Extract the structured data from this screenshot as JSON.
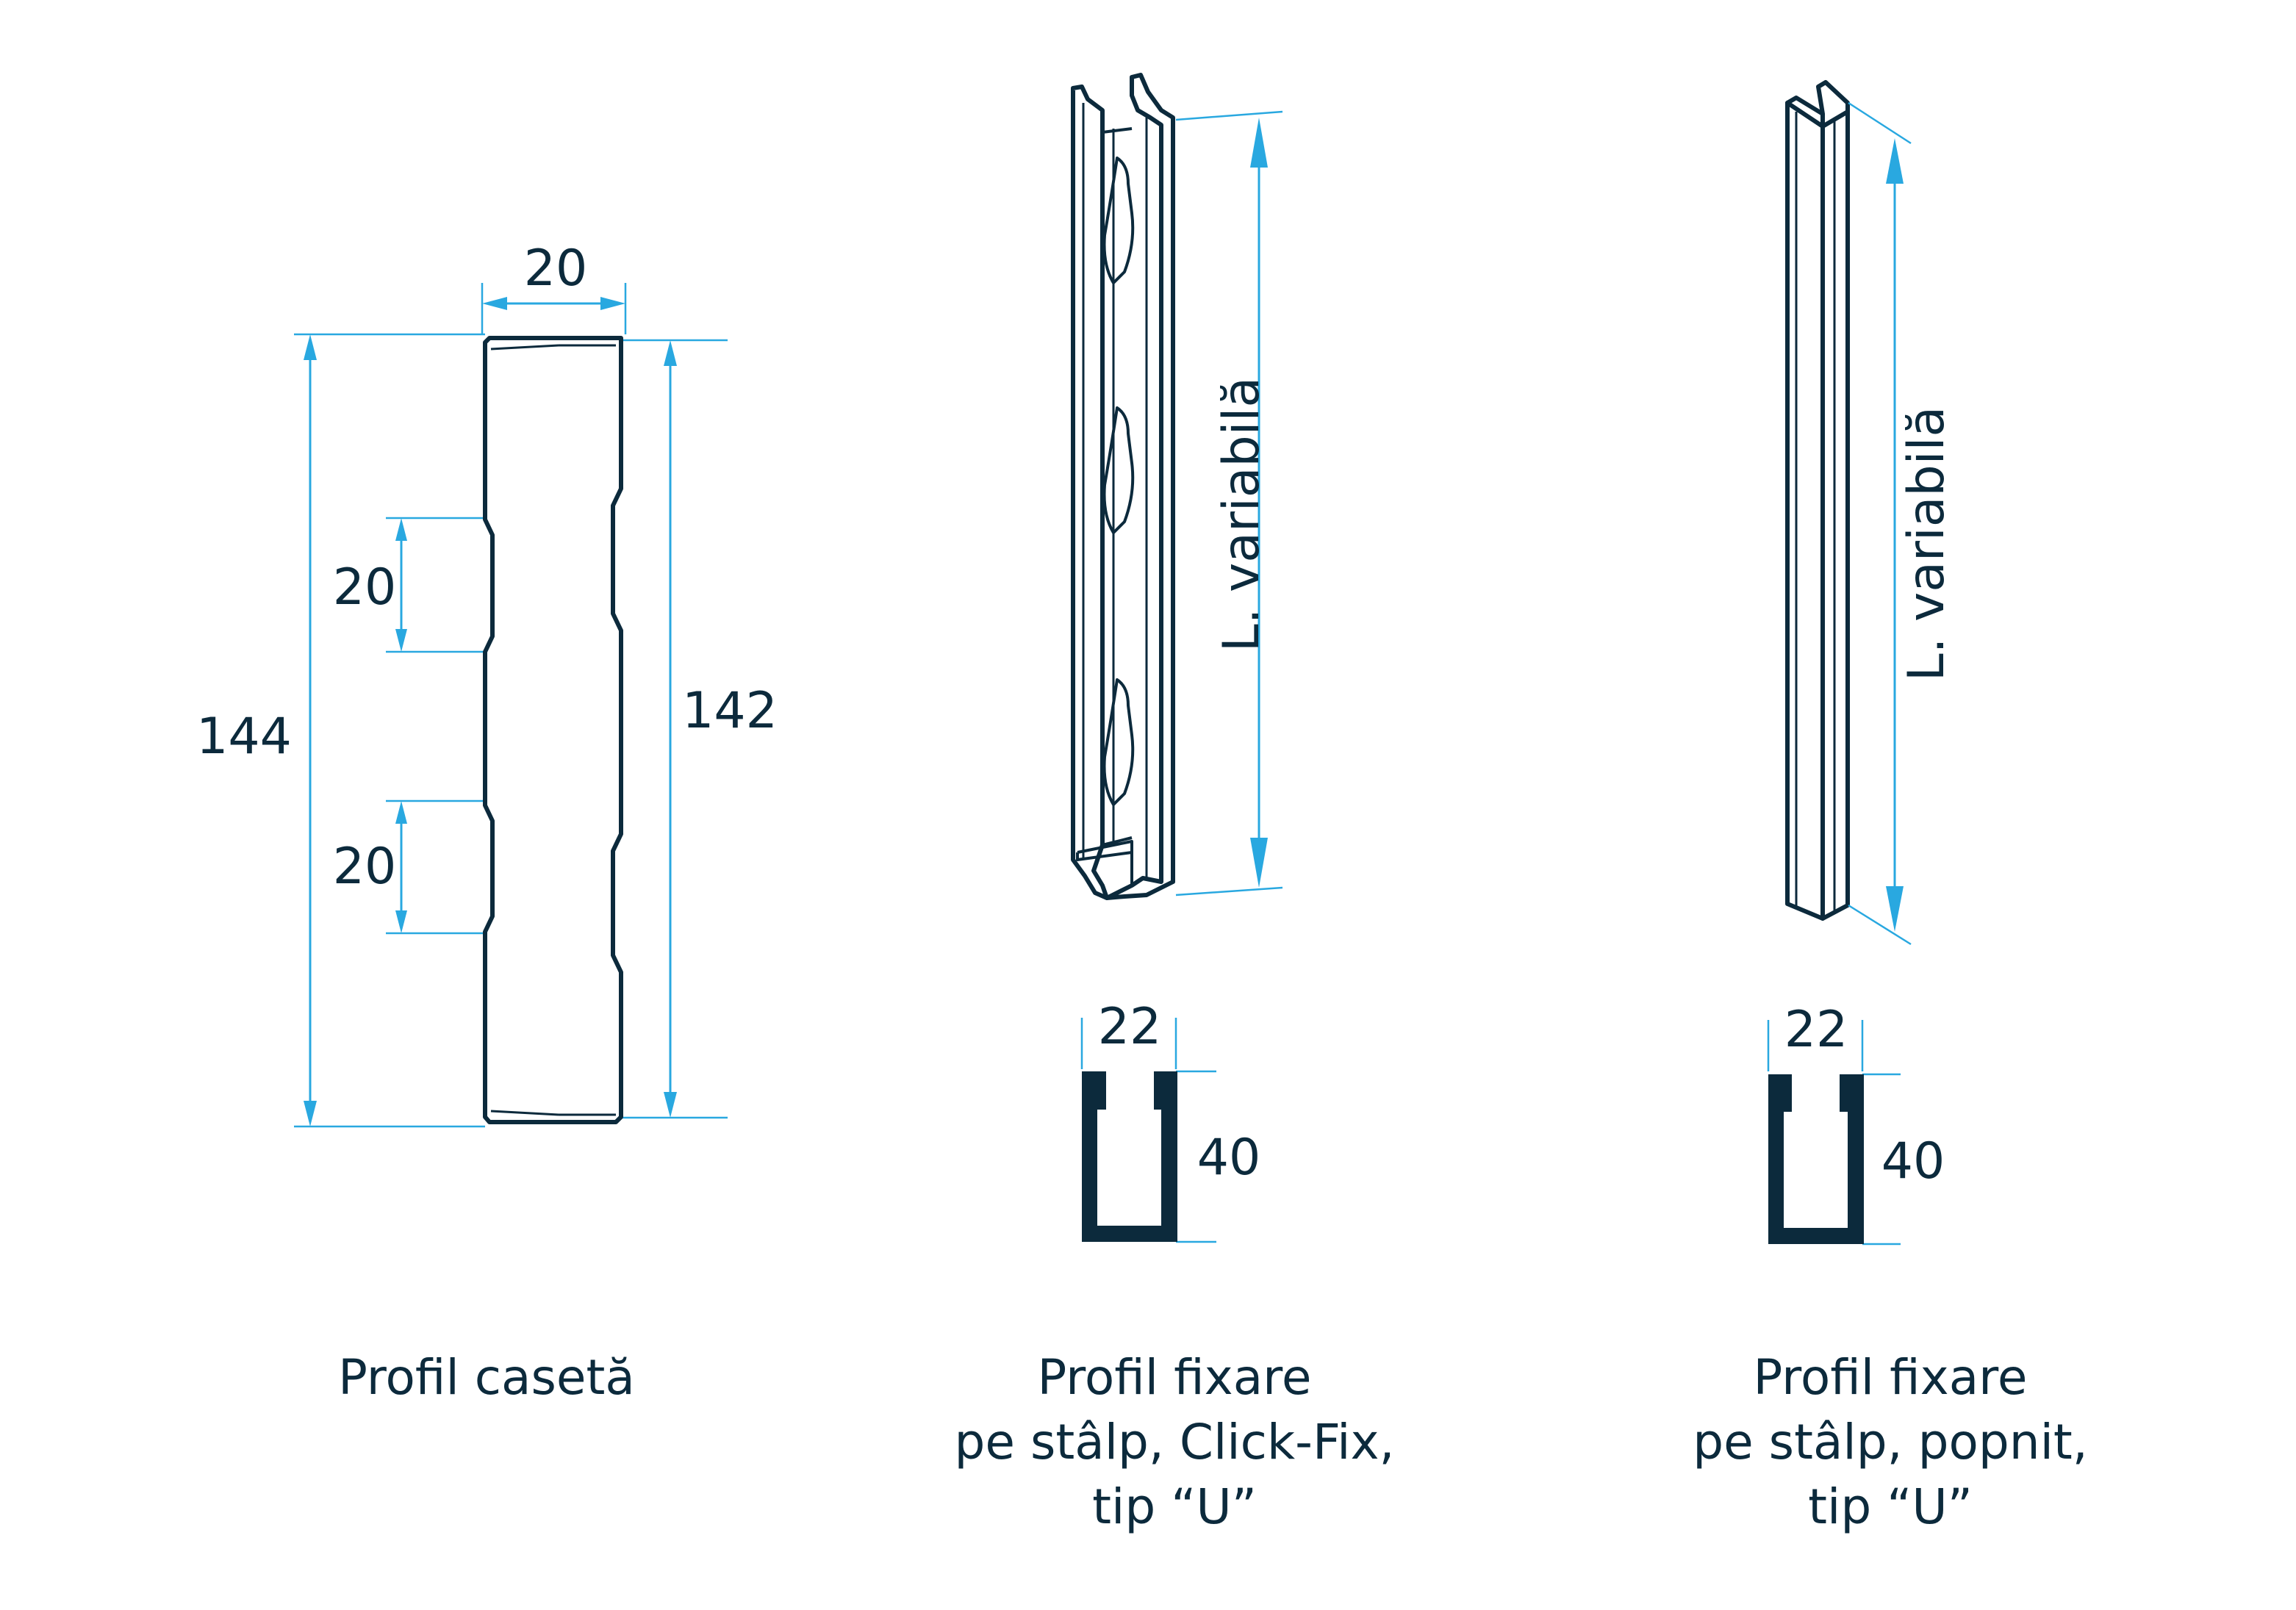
{
  "colors": {
    "outline": "#0c2a3c",
    "dimension": "#29a8e0",
    "background": "#ffffff"
  },
  "profile_caseta": {
    "caption": "Profil casetă",
    "width_label": "20",
    "height_outer_label": "144",
    "height_inner_label": "142",
    "recess_top_label": "20",
    "recess_bottom_label": "20"
  },
  "profil_click_fix": {
    "caption_line1": "Profil fixare",
    "caption_line2": "pe stâlp, Click-Fix,",
    "caption_line3": "tip “U”",
    "length_label": "L. variabilă",
    "section_width_label": "22",
    "section_height_label": "40"
  },
  "profil_popnit": {
    "caption_line1": "Profil fixare",
    "caption_line2": "pe stâlp, popnit,",
    "caption_line3": "tip “U”",
    "length_label": "L. variabilă",
    "section_width_label": "22",
    "section_height_label": "40"
  }
}
